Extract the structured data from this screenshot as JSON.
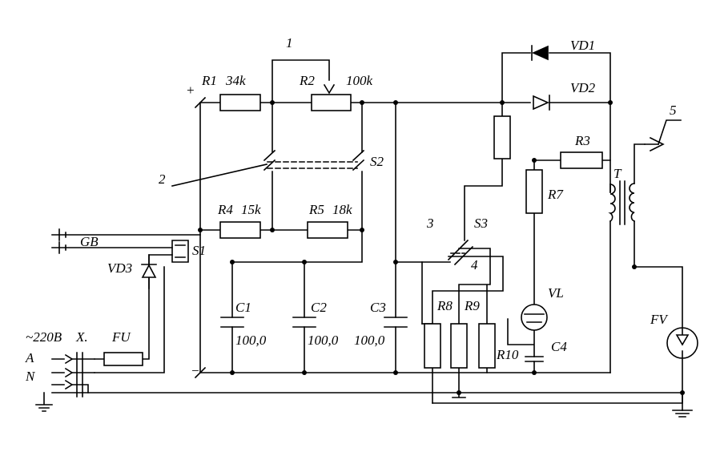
{
  "labels": {
    "r1": "R1",
    "r1_value": "34k",
    "r2": "R2",
    "r2_value": "100k",
    "r3": "R3",
    "r4": "R4",
    "r4_value": "15k",
    "r5": "R5",
    "r5_value": "18k",
    "r7": "R7",
    "r8": "R8",
    "r9": "R9",
    "r10": "R10",
    "c1": "C1",
    "c1_value": "100,0",
    "c2": "C2",
    "c2_value": "100,0",
    "c3": "C3",
    "c3_value": "100,0",
    "c4": "C4",
    "vd1": "VD1",
    "vd2": "VD2",
    "vd3": "VD3",
    "vl": "VL",
    "fv": "FV",
    "t": "T",
    "s1": "S1",
    "s2": "S2",
    "s3": "S3",
    "gb": "GB",
    "fu": "FU",
    "mains": "~220B",
    "phase": "A",
    "neutral": "N",
    "plug": "X.",
    "plus": "+",
    "minus": "−",
    "callout_1": "1",
    "callout_2": "2",
    "callout_3": "3",
    "callout_4": "4",
    "callout_5": "5"
  }
}
